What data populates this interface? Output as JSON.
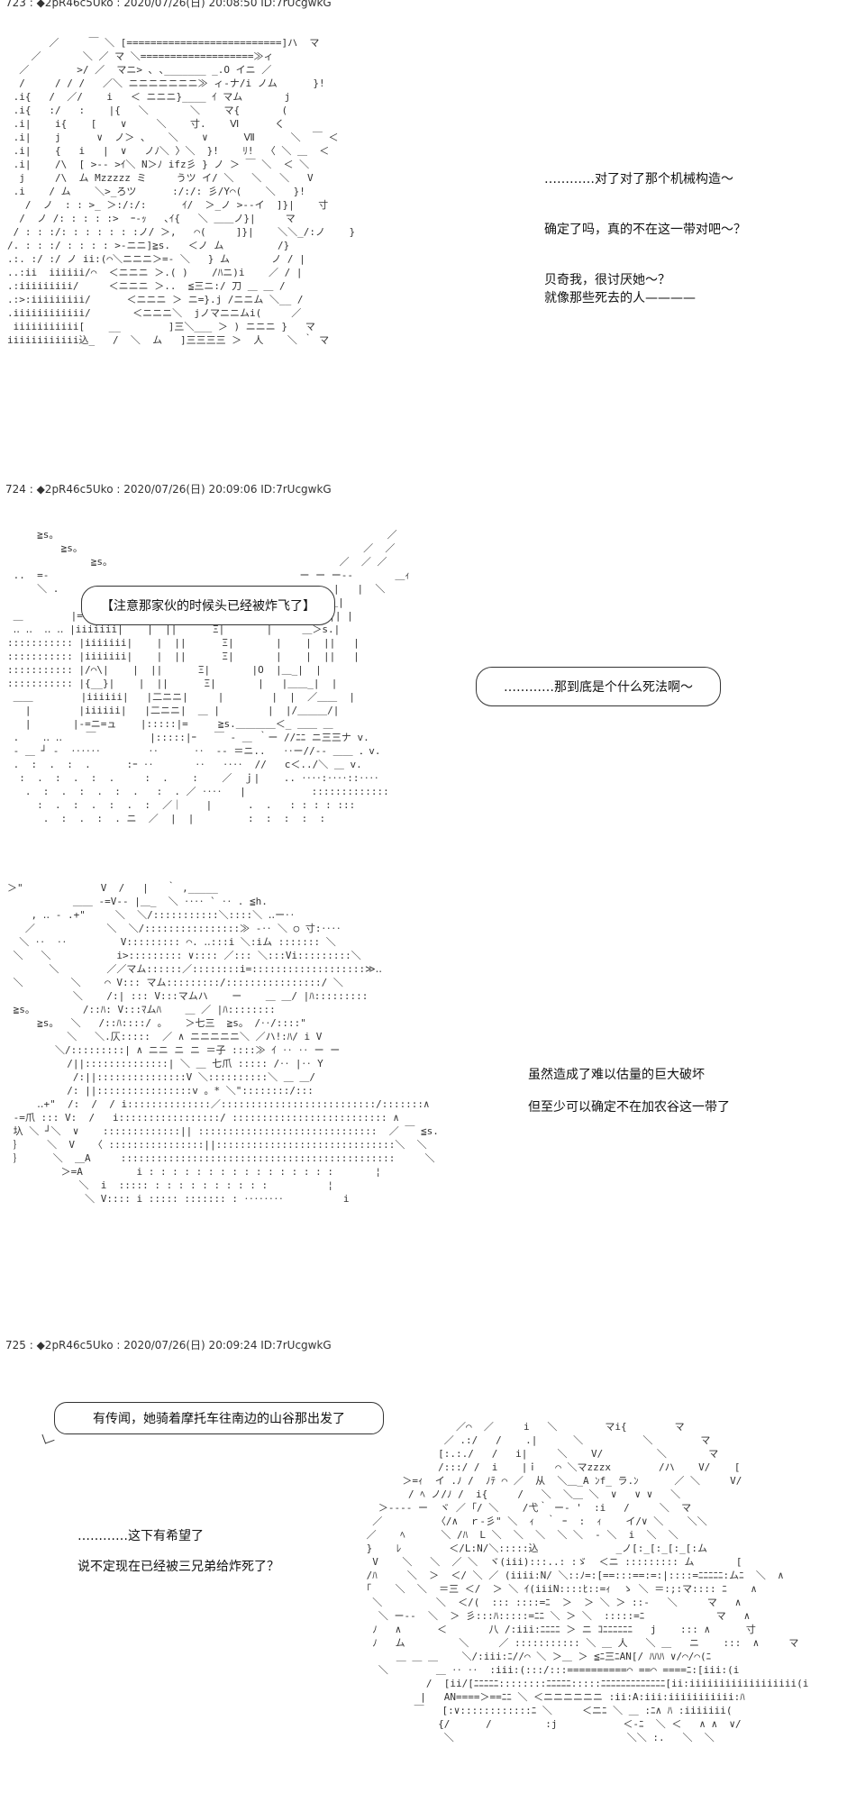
{
  "posts": [
    {
      "header": "723 : ◆2pR46c5Uko : 2020/07/26(日) 20:08:50 ID:7rUcgwkG",
      "lines": [
        "…………对了对了那个机械构造～",
        "确定了吗，真的不在这一带对吧～？",
        "贝奇我，很讨厌她～？",
        "就像那些死去的人————"
      ]
    },
    {
      "header": "724 : ◆2pR46c5Uko : 2020/07/26(日) 20:09:06 ID:7rUcgwkG",
      "bubble_left": "【注意那家伙的时候头已经被炸飞了】",
      "bubble_right": "…………那到底是个什么死法啊～",
      "lines": [
        "虽然造成了难以估量的巨大破坏",
        "但至少可以确定不在加农谷这一带了"
      ]
    },
    {
      "header": "725 : ◆2pR46c5Uko : 2020/07/26(日) 20:09:24 ID:7rUcgwkG",
      "bubble": "有传闻，她骑着摩托车往南边的山谷那出发了",
      "lines": [
        "…………这下有希望了",
        "说不定现在已经被三兄弟给炸死了？"
      ]
    }
  ]
}
